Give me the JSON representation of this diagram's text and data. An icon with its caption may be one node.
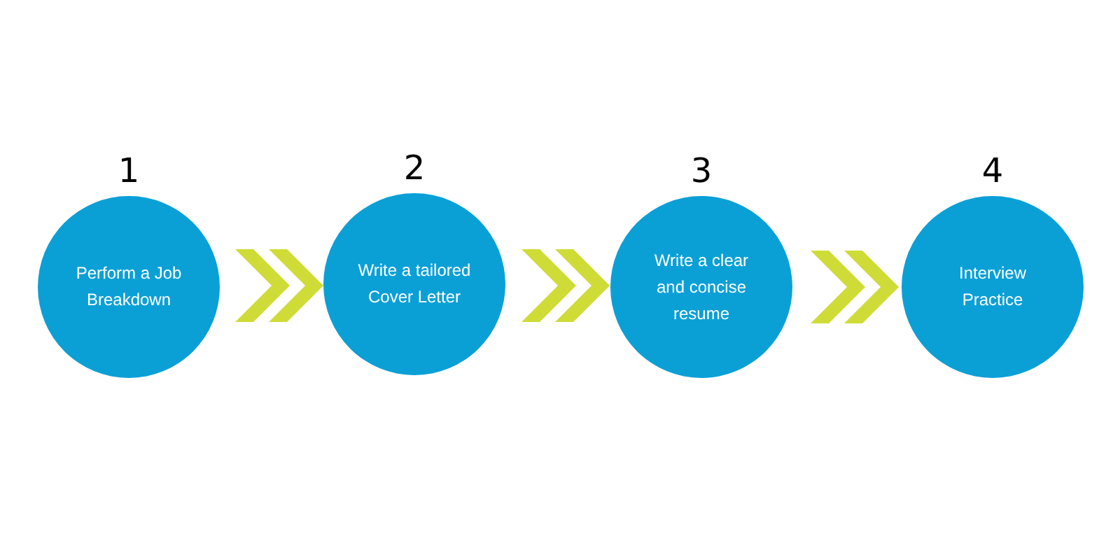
{
  "diagram": {
    "nodes": [
      {
        "text": [
          "1",
          "Perform a Job Breakdown"
        ]
      },
      {
        "text": [
          "2",
          "Write a tailored Cover Letter"
        ]
      },
      {
        "text": [
          "3",
          "Write a clear and concise resume"
        ]
      },
      {
        "text": [
          "4",
          "Interview Practice"
        ]
      }
    ],
    "edges": [
      {
        "from": 0,
        "to": 1,
        "arrow": "to"
      },
      {
        "from": 1,
        "to": 2,
        "arrow": "to"
      },
      {
        "from": 2,
        "to": 3,
        "arrow": "to"
      }
    ]
  }
}
